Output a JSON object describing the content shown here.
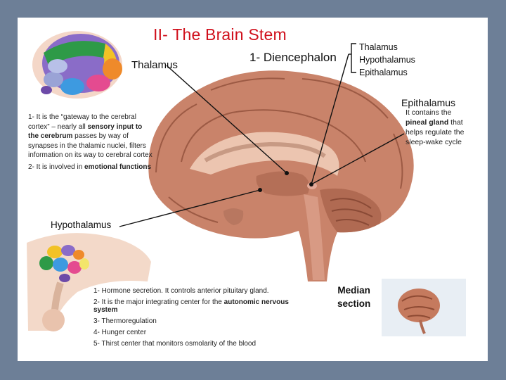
{
  "slide": {
    "title": "II- The Brain Stem",
    "thalamus_label": "Thalamus",
    "diencephalon_label": "1- Diencephalon",
    "diencephalon_parts": [
      "Thalamus",
      "Hypothalamus",
      "Epithalamus"
    ],
    "epithalamus": {
      "title": "Epithalamus",
      "text_a": "It contains the ",
      "text_b": "pineal gland",
      "text_c": " that helps regulate the sleep-wake cycle"
    },
    "thalamus_facts": {
      "f1_a": "1- It is the “gateway to the cerebral cortex” – nearly all ",
      "f1_b": "sensory input to the cerebrum",
      "f1_c": " passes by way of synapses in the thalamic nuclei, filters information on its way to cerebral cortex",
      "f2_a": "2- It is involved in ",
      "f2_b": "emotional functions"
    },
    "hypothalamus": {
      "title": "Hypothalamus",
      "items": {
        "i1": "1- Hormone secretion. It controls anterior pituitary gland.",
        "i2_a": "2- It is the major integrating center for the ",
        "i2_b": "autonomic nervous system",
        "i3": "3- Thermoregulation",
        "i4": "4- Hunger center",
        "i5": "5- Thirst center that monitors osmolarity of the blood"
      }
    },
    "median_section": {
      "line1": "Median",
      "line2": "section"
    }
  },
  "colors": {
    "background": "#6d7f97",
    "title": "#d0101c",
    "brain": "#c9836a",
    "brain_dark": "#9c5a44",
    "brain_light": "#ecc5b0"
  }
}
